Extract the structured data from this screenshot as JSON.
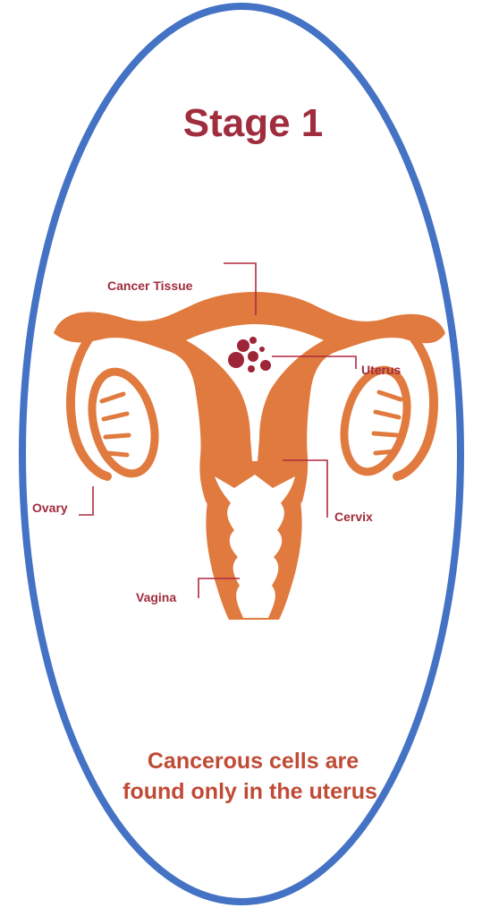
{
  "title": "Stage 1",
  "labels": {
    "cancer_tissue": "Cancer Tissue",
    "uterus": "Uterus",
    "ovary": "Ovary",
    "cervix": "Cervix",
    "vagina": "Vagina"
  },
  "caption": {
    "line1": "Cancerous cells are",
    "line2": "found only in the uterus."
  },
  "colors": {
    "anatomy": "#e07a3e",
    "text_dark_red": "#a02d3d",
    "caption_red": "#c04a35",
    "tumor": "#9e2438",
    "ellipse_outline": "#4472c4"
  }
}
